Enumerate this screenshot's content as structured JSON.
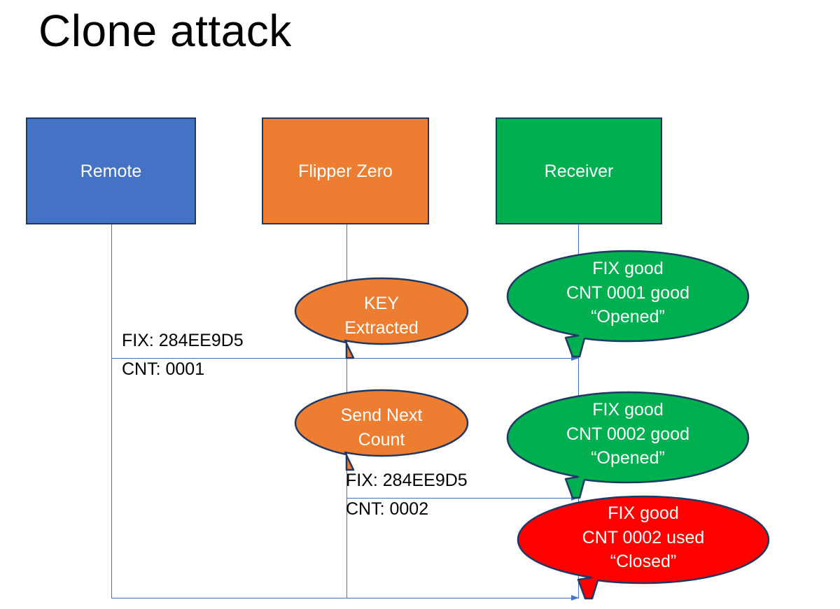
{
  "slide": {
    "title": "Clone attack",
    "background": "#FFFFFF"
  },
  "colors": {
    "remote_blue": "#4472C4",
    "flipper_orange": "#ED7D31",
    "receiver_green": "#00B050",
    "alert_red": "#FF0000",
    "outline_navy": "#1F3864",
    "lifeline_blue": "#4472C4",
    "text_white": "#FFFFFF",
    "text_black": "#000000"
  },
  "actors": [
    {
      "id": "remote",
      "label": "Remote",
      "color": "#4472C4"
    },
    {
      "id": "flipper",
      "label": "Flipper Zero",
      "color": "#ED7D31"
    },
    {
      "id": "receiver",
      "label": "Receiver",
      "color": "#00B050"
    }
  ],
  "messages": [
    {
      "id": "msg-1",
      "from": "remote",
      "to": "receiver",
      "line_fix": "FIX: 284EE9D5",
      "line_cnt": "CNT: 0001"
    },
    {
      "id": "msg-2",
      "from": "flipper",
      "to": "receiver",
      "line_fix": "FIX: 284EE9D5",
      "line_cnt": "CNT: 0002"
    },
    {
      "id": "msg-3",
      "from": "remote",
      "to": "receiver",
      "line_fix": "",
      "line_cnt": ""
    }
  ],
  "callouts": [
    {
      "id": "key-extracted",
      "owner": "flipper",
      "color": "#ED7D31",
      "line1": "KEY",
      "line2": "Extracted",
      "line3": ""
    },
    {
      "id": "send-next-count",
      "owner": "flipper",
      "color": "#ED7D31",
      "line1": "Send Next",
      "line2": "Count",
      "line3": ""
    },
    {
      "id": "receiver-good-1",
      "owner": "receiver",
      "color": "#00B050",
      "line1": "FIX good",
      "line2": "CNT 0001 good",
      "line3": "“Opened”"
    },
    {
      "id": "receiver-good-2",
      "owner": "receiver",
      "color": "#00B050",
      "line1": "FIX good",
      "line2": "CNT 0002 good",
      "line3": "“Opened”"
    },
    {
      "id": "receiver-closed",
      "owner": "receiver",
      "color": "#FF0000",
      "line1": "FIX good",
      "line2": "CNT 0002 used",
      "line3": "“Closed”"
    }
  ]
}
